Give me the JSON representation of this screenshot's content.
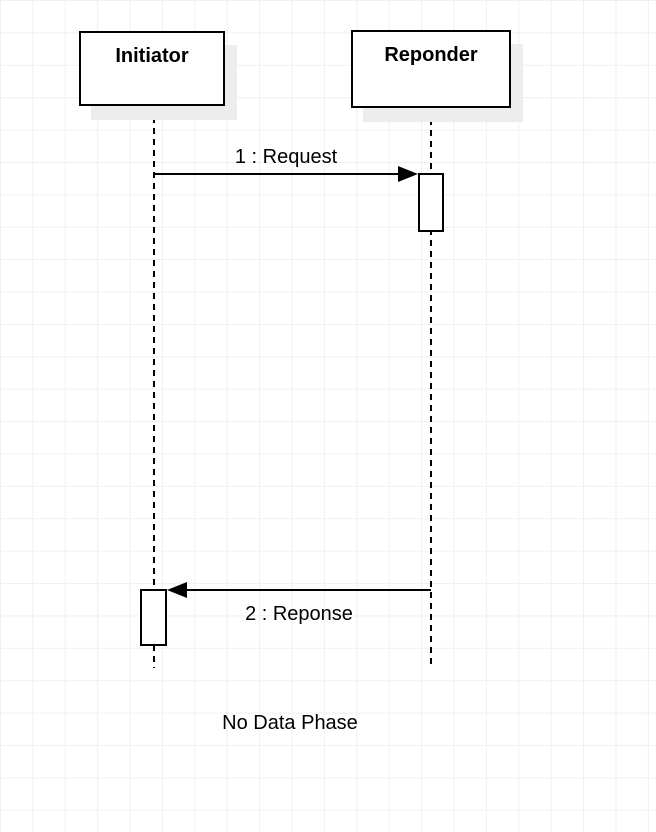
{
  "diagram": {
    "type": "uml-sequence-diagram",
    "actors": [
      {
        "name": "Initiator"
      },
      {
        "name": "Reponder"
      }
    ],
    "messages": [
      {
        "label": "1 : Request",
        "from": "Initiator",
        "to": "Reponder",
        "direction": "right"
      },
      {
        "label": "2 : Reponse",
        "from": "Reponder",
        "to": "Initiator",
        "direction": "left"
      }
    ],
    "caption": "No Data Phase",
    "colors": {
      "stroke": "#000000",
      "shape_fill": "#ffffff",
      "shadow": "#ededed",
      "grid_line": "#f0f0f0",
      "background": "#ffffff"
    }
  }
}
